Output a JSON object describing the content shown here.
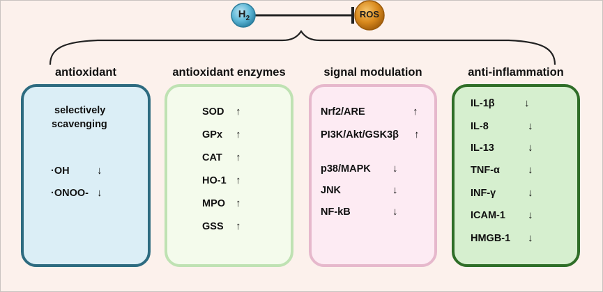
{
  "header": {
    "left_molecule": "H",
    "left_molecule_sub": "2",
    "right_molecule": "ROS",
    "colors": {
      "h2": "#5eb7d6",
      "ros": "#d98a1e",
      "line": "#222222"
    }
  },
  "columns": [
    {
      "title": "antioxidant",
      "heading": [
        "selectively",
        "scavenging"
      ],
      "items": [
        {
          "label": "·OH",
          "arrow": "↓"
        },
        {
          "label": "·ONOO-",
          "arrow": "↓"
        }
      ]
    },
    {
      "title": "antioxidant enzymes",
      "items": [
        {
          "label": "SOD",
          "arrow": "↑"
        },
        {
          "label": "GPx",
          "arrow": "↑"
        },
        {
          "label": "CAT",
          "arrow": "↑"
        },
        {
          "label": "HO-1",
          "arrow": "↑"
        },
        {
          "label": "MPO",
          "arrow": "↑"
        },
        {
          "label": "GSS",
          "arrow": "↑"
        }
      ]
    },
    {
      "title": "signal modulation",
      "items": [
        {
          "label": "Nrf2/ARE",
          "arrow": "↑"
        },
        {
          "label": "PI3K/Akt/GSK3β",
          "arrow": "↑"
        },
        {
          "label": "p38/MAPK",
          "arrow": "↓"
        },
        {
          "label": "JNK",
          "arrow": "↓"
        },
        {
          "label": "NF-kB",
          "arrow": "↓"
        }
      ]
    },
    {
      "title": "anti-inflammation",
      "items": [
        {
          "label": "IL-1β",
          "arrow": "↓"
        },
        {
          "label": "IL-8",
          "arrow": "↓"
        },
        {
          "label": "IL-13",
          "arrow": "↓"
        },
        {
          "label": "TNF-α",
          "arrow": "↓"
        },
        {
          "label": "INF-γ",
          "arrow": "↓"
        },
        {
          "label": "ICAM-1",
          "arrow": "↓"
        },
        {
          "label": "HMGB-1",
          "arrow": "↓"
        }
      ]
    }
  ]
}
